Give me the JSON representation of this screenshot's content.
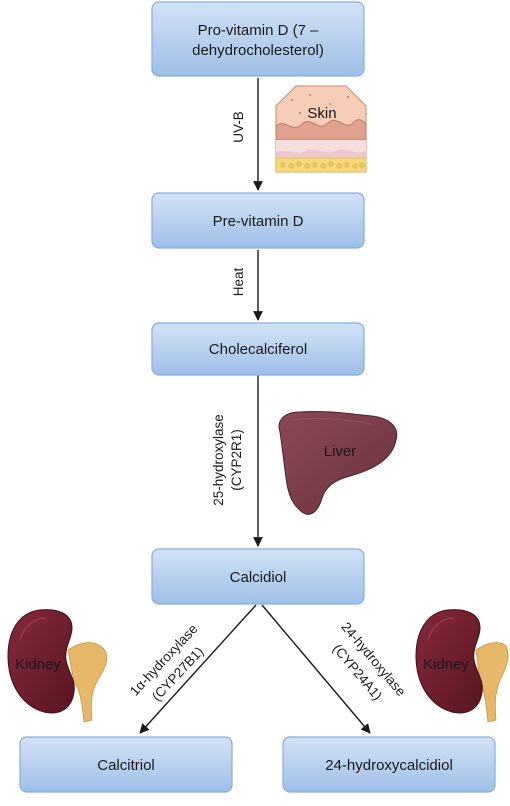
{
  "diagram": {
    "nodes": {
      "provitamin": {
        "line1": "Pro-vitamin D (7 –",
        "line2": "dehydrocholesterol)"
      },
      "previtamin": "Pre-vitamin D",
      "cholecalciferol": "Cholecalciferol",
      "calcidiol": "Calcidiol",
      "calcitriol": "Calcitriol",
      "hydroxycalcidiol": "24-hydroxycalcidiol"
    },
    "edges": {
      "uvb": "UV-B",
      "heat": "Heat",
      "hydroxylase25": {
        "line1": "25-hydroxylase",
        "line2": "(CYP2R1)"
      },
      "hydroxylase1a": {
        "line1": "1α-hydroxylase",
        "line2": "(CYP27B1)"
      },
      "hydroxylase24": {
        "line1": "24-hydroxylase",
        "line2": "(CYP24A1)"
      }
    },
    "organs": {
      "skin": "Skin",
      "liver": "Liver",
      "kidney_left": "Kidney",
      "kidney_right": "Kidney"
    },
    "colors": {
      "box_fill_top": "#c6d9f1",
      "box_fill_bottom": "#9dbde6",
      "box_border": "#7ea6d8",
      "liver": "#7a3c46",
      "kidney": "#6e1f2c",
      "ureter": "#e8b86a",
      "skin": "#f3c5ae"
    }
  }
}
